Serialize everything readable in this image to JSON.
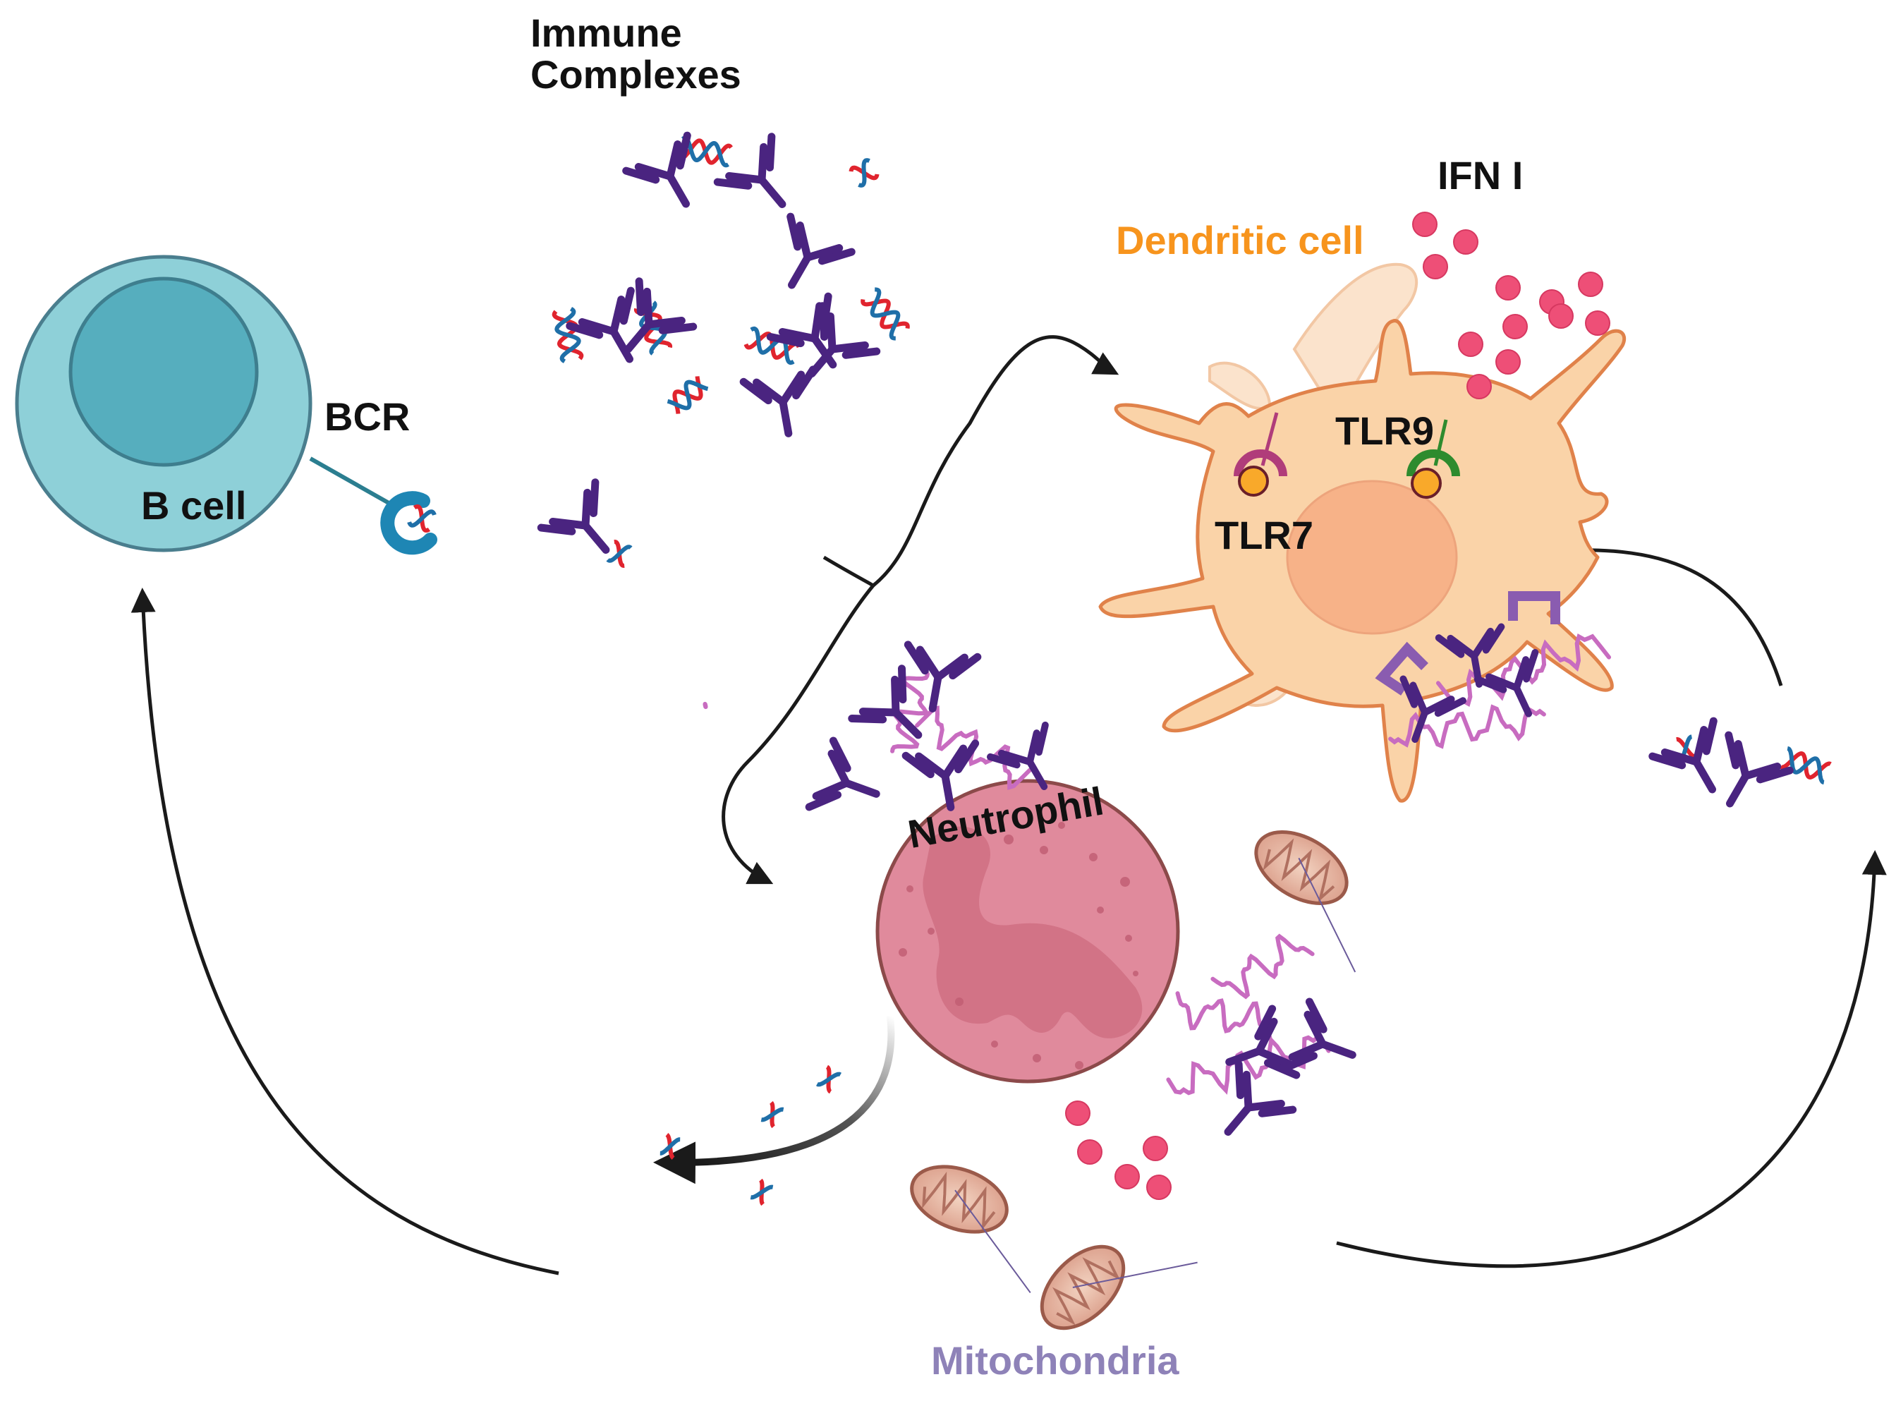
{
  "labels": {
    "immune_complexes_line1": "Immune",
    "immune_complexes_line2": "Complexes",
    "ifn": "IFN I",
    "dendritic_cell": "Dendritic cell",
    "bcr": "BCR",
    "b_cell": "B cell",
    "tlr9": "TLR9",
    "tlr7": "TLR7",
    "neutrophil": "Neutrophil",
    "mitochondria": "Mitochondria"
  },
  "colors": {
    "dendritic_label": "#F7941D",
    "mitochondria_label": "#8E82B8",
    "b_cell_outer": "#8ED0D8",
    "b_cell_nucleus": "#56AEBE",
    "dc_body": "#FAD3A8",
    "dc_outline": "#E0824A",
    "neutrophil_body": "#E08A9C",
    "neutrophil_outline": "#8C4A4A",
    "ifn_particle": "#EE4F77",
    "antibody": "#4A2480",
    "dna_red": "#E0242E",
    "dna_blue": "#1F6FA8",
    "rna": "#C86CC0",
    "arrow": "#1A1A1A"
  },
  "icons": [
    "b-cell-icon",
    "dendritic-cell-icon",
    "neutrophil-icon",
    "mitochondrion-icon",
    "antibody-icon",
    "dna-icon",
    "rna-icon",
    "ifn-particle-icon",
    "curved-arrow-icon",
    "brace-icon"
  ]
}
